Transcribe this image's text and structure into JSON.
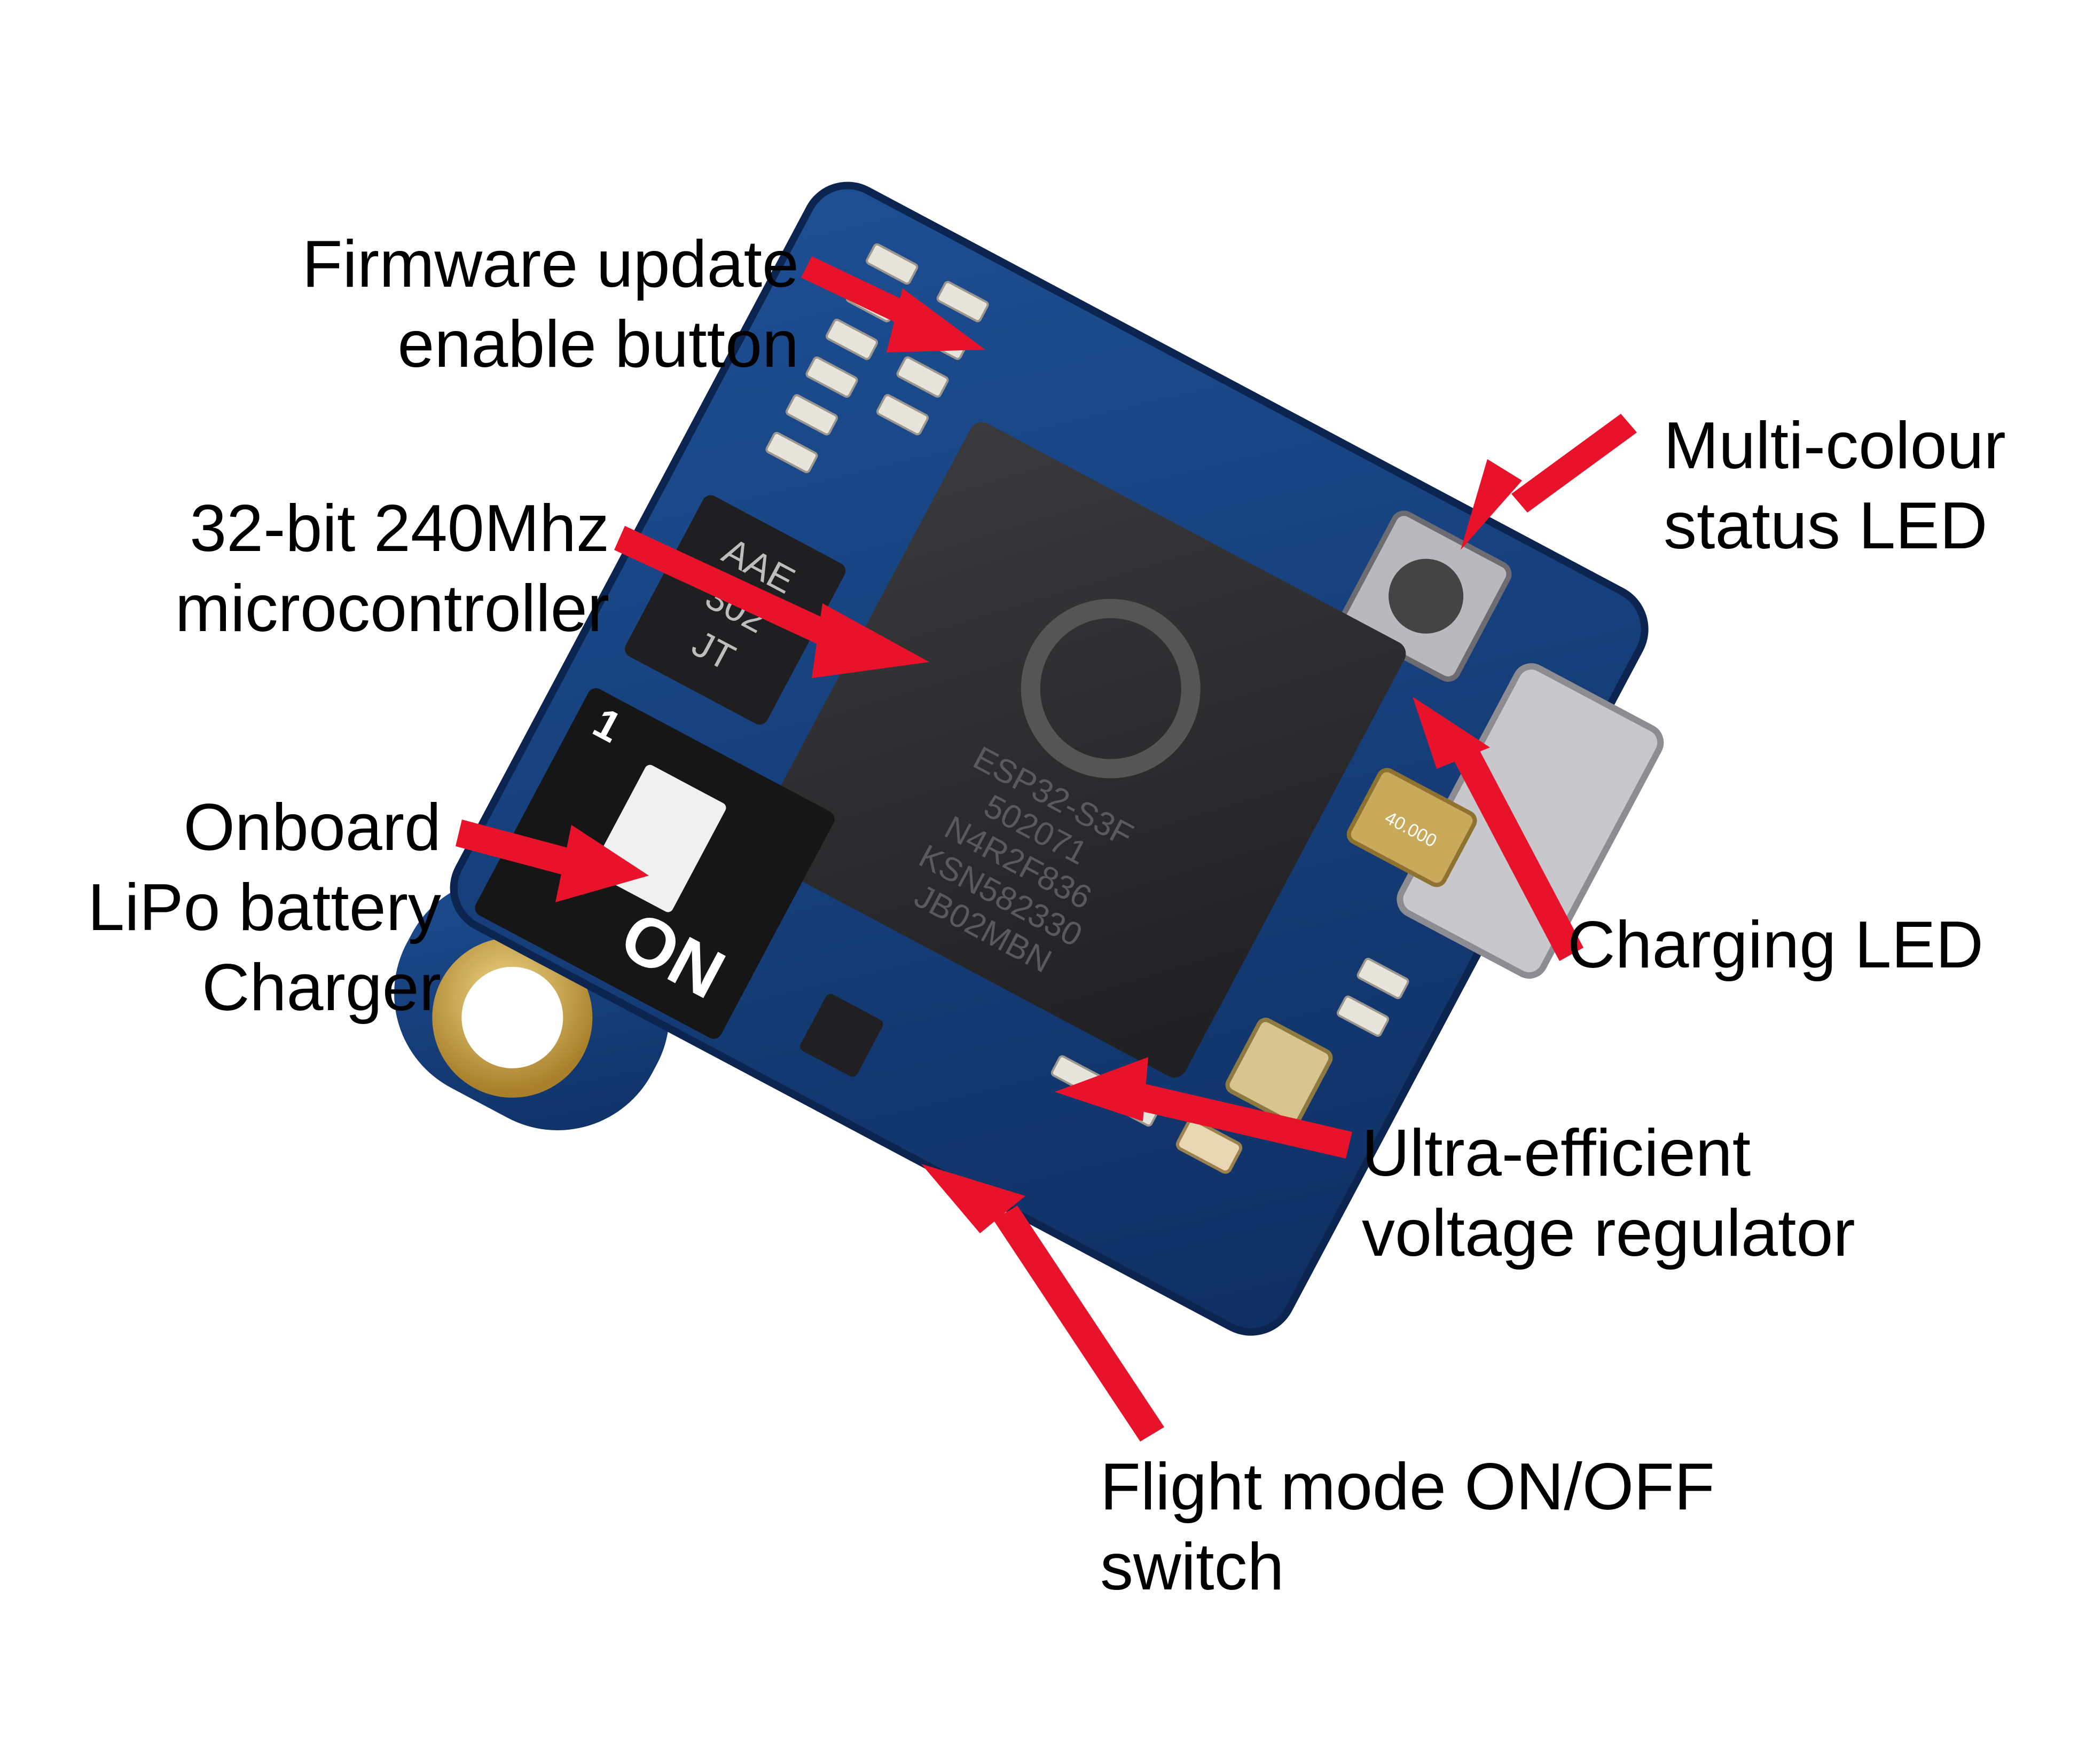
{
  "labels": {
    "firmware": {
      "line1": "Firmware update",
      "line2": "enable button"
    },
    "mcu": {
      "line1": "32-bit 240Mhz",
      "line2": "microcontroller"
    },
    "charger": {
      "line1": "Onboard",
      "line2": "LiPo battery",
      "line3": "Charger"
    },
    "status_led": {
      "line1": "Multi-colour",
      "line2": "status LED"
    },
    "charging_led": {
      "line1": "Charging LED"
    },
    "regulator": {
      "line1": "Ultra-efficient",
      "line2": "voltage regulator"
    },
    "switch": {
      "line1": "Flight mode ON/OFF",
      "line2": "switch"
    }
  },
  "chip_text": {
    "line1": "ESP32-S3F",
    "line2": "502071",
    "line3": "N4R2F836",
    "line4": "KSN582330",
    "line5": "JB02MBN"
  },
  "crystal_text": {
    "line1": "40.000"
  },
  "switch_text": {
    "on": "ON",
    "number": "1"
  },
  "charger_ic_text": {
    "line1": "AAE",
    "line2": "302",
    "line3": "JT"
  },
  "colors": {
    "pcb": "#123a78",
    "arrow": "#e8132b",
    "chip": "#2a2a2c",
    "switch": "#1b1b1b",
    "gold": "#c9a24a"
  }
}
